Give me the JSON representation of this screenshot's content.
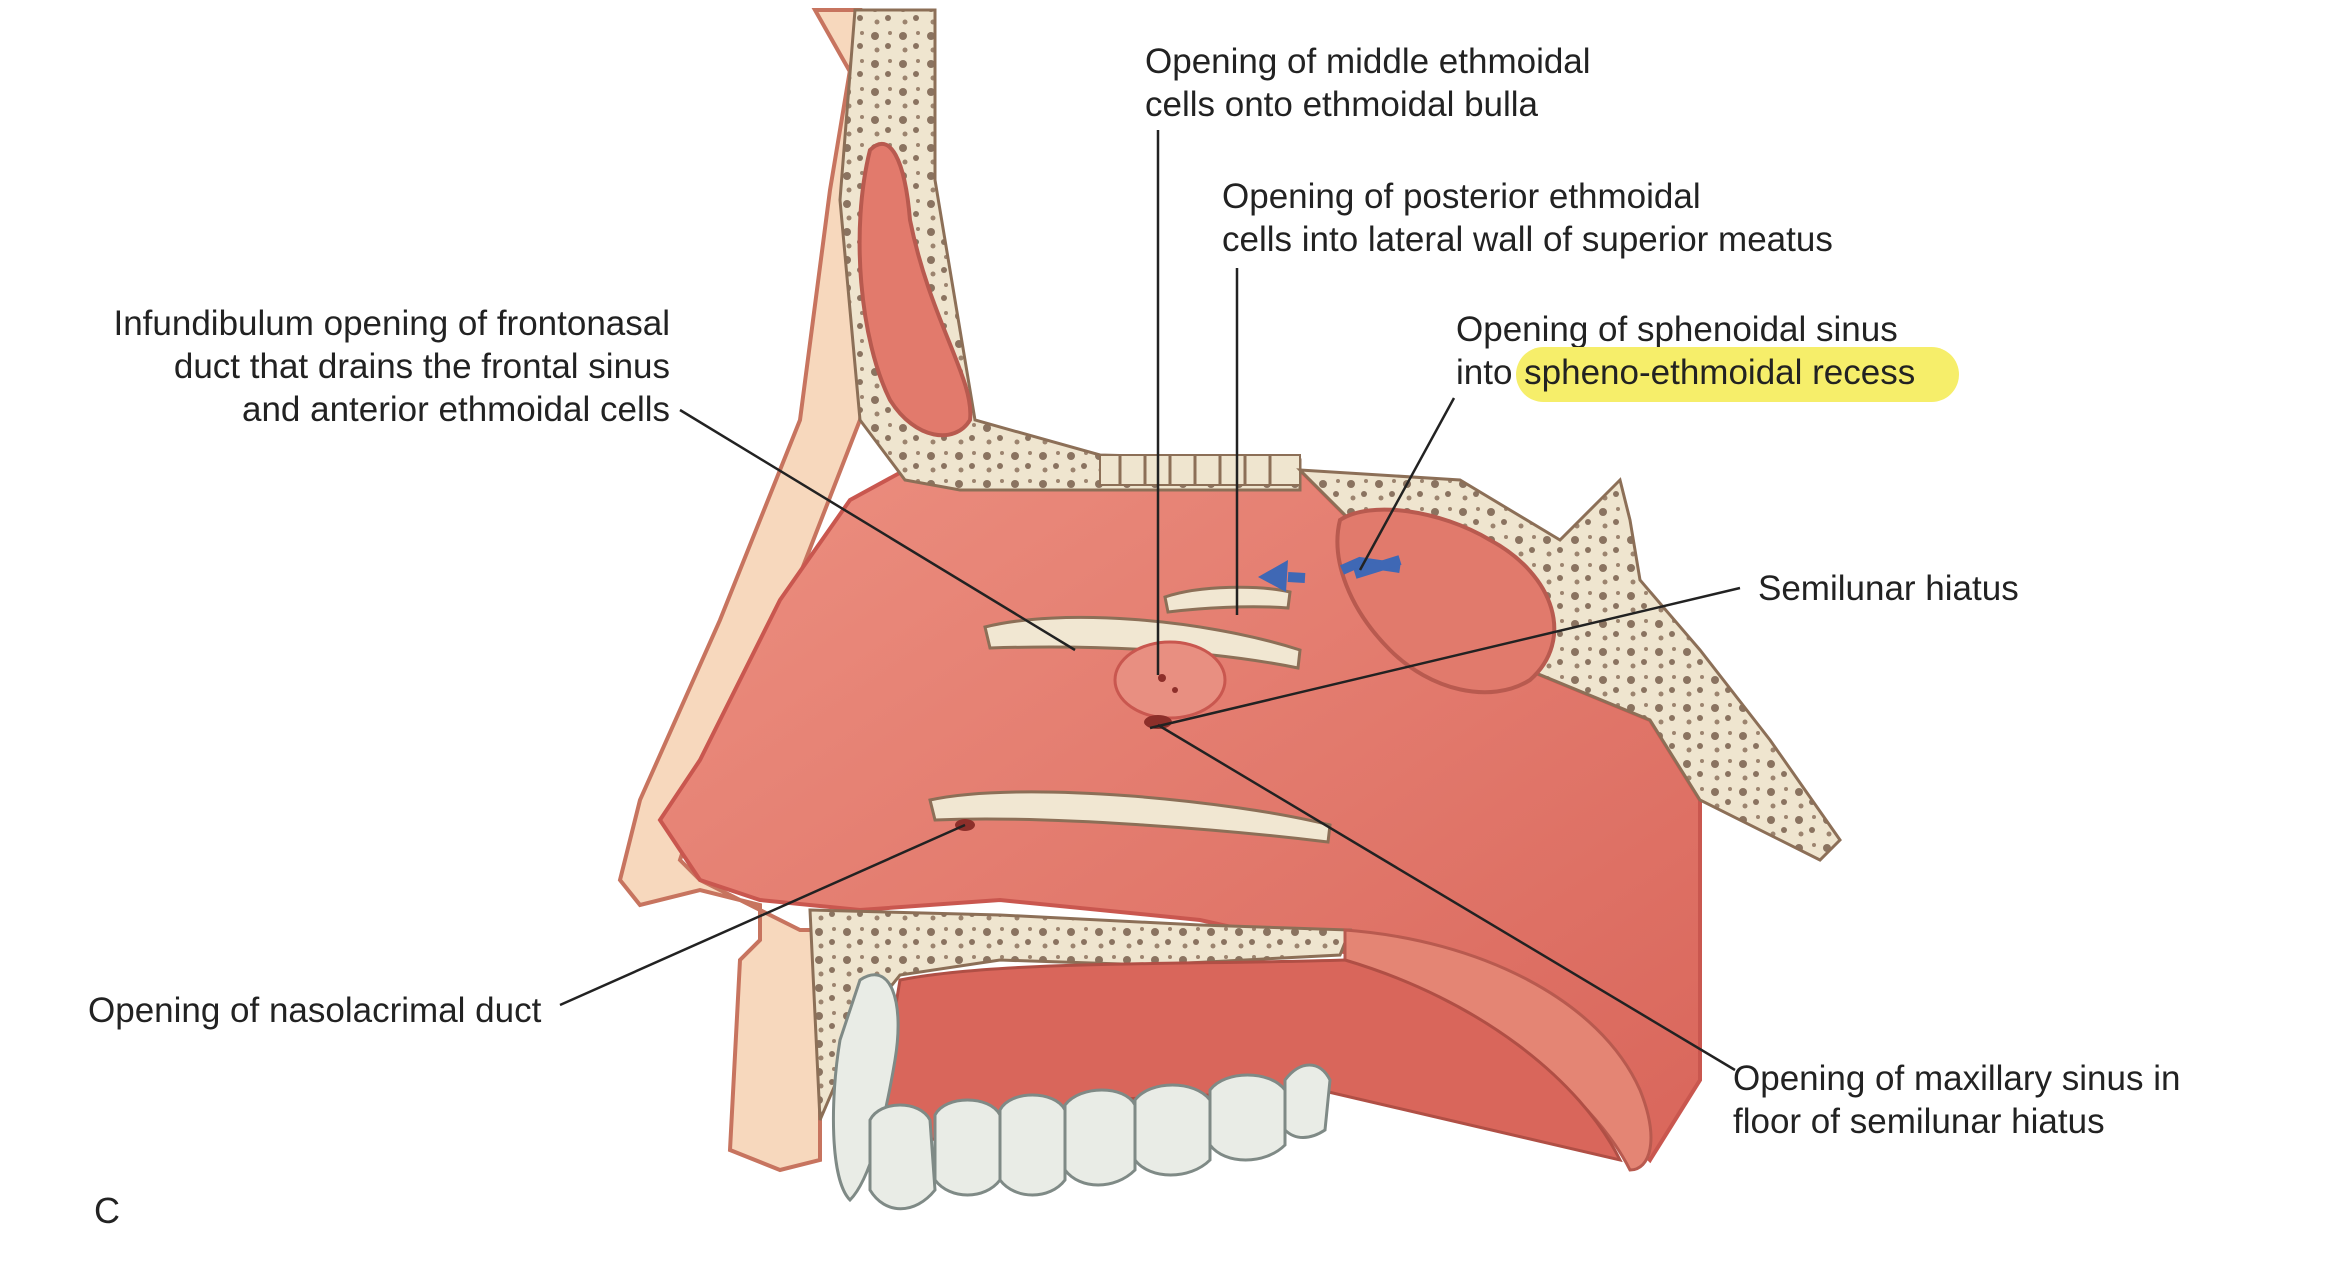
{
  "figure": {
    "panel_letter": "C",
    "highlight_color": "#f6ee6a",
    "colors": {
      "mucosa": "#e0766a",
      "mucosa_dark": "#c9574f",
      "bone": "#efe5cf",
      "skin": "#f7d8bd",
      "tooth": "#e9ece6",
      "arrow": "#3f68b5"
    },
    "labels": {
      "middle_ethmoidal": [
        "Opening of middle ethmoidal",
        "cells onto ethmoidal bulla"
      ],
      "posterior_ethmoidal": [
        "Opening of posterior ethmoidal",
        "cells into lateral wall of superior meatus"
      ],
      "sphenoidal_sinus": {
        "line1": "Opening of sphenoidal sinus",
        "line2_prefix": "into ",
        "line2_highlight": "spheno-ethmoidal recess"
      },
      "infundibulum": [
        "Infundibulum opening of frontonasal",
        "duct that drains the frontal sinus",
        "and anterior ethmoidal cells"
      ],
      "semilunar_hiatus": "Semilunar hiatus",
      "nasolacrimal": "Opening of nasolacrimal duct",
      "maxillary_sinus": [
        "Opening of maxillary sinus in",
        "floor of semilunar hiatus"
      ]
    }
  }
}
